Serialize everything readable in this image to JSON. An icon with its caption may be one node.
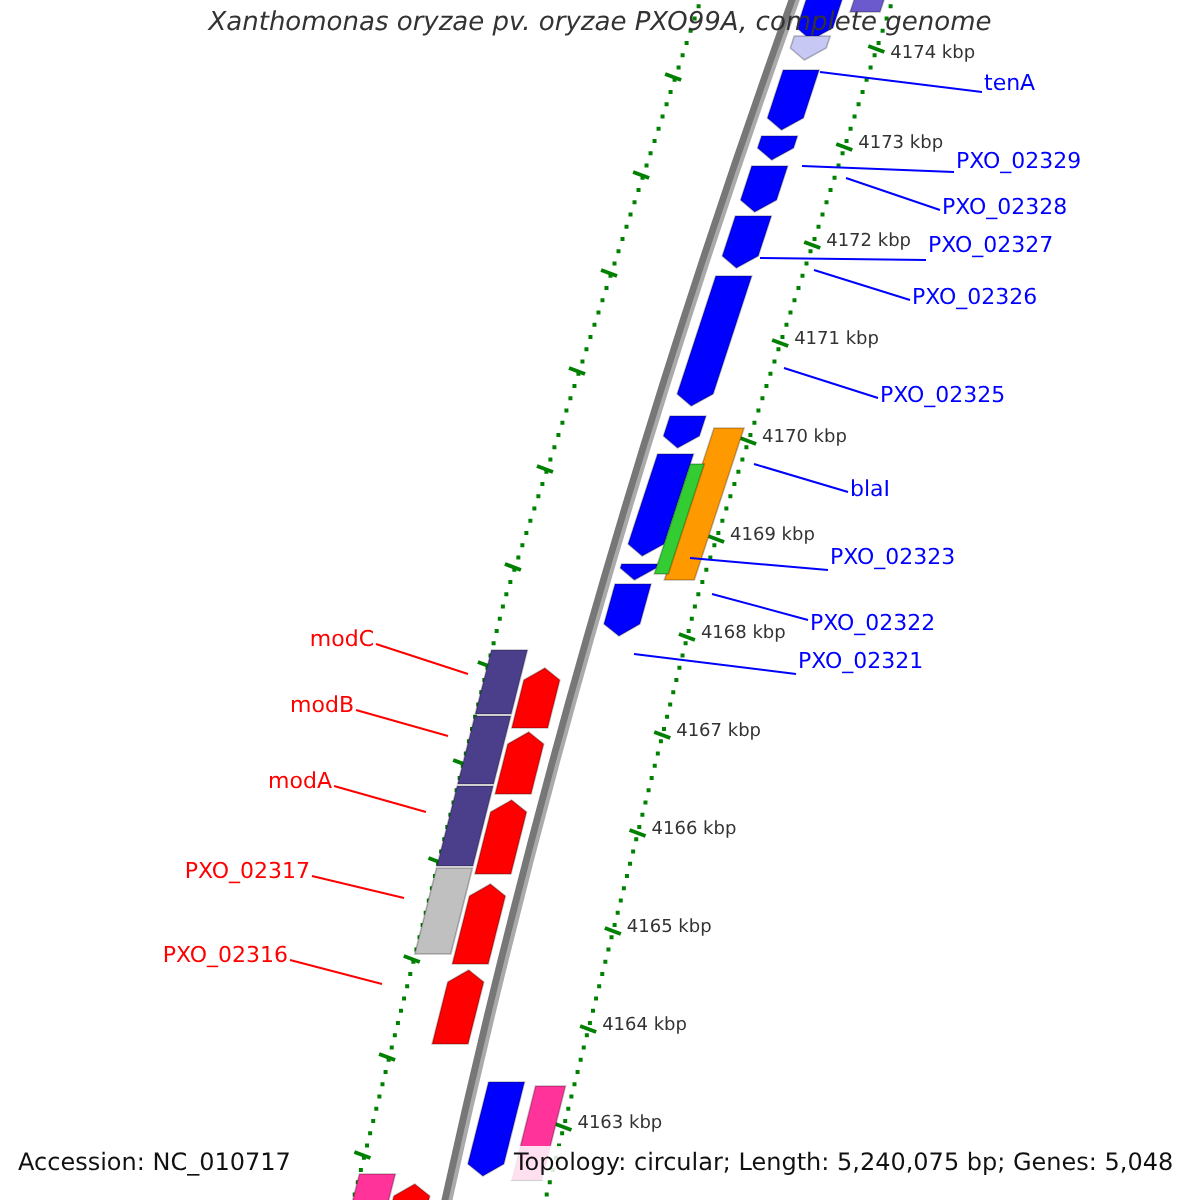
{
  "diagram": {
    "title": "Xanthomonas oryzae pv. oryzae PXO99A, complete genome",
    "nodes": [
      {
        "text": [
          "tenA"
        ]
      },
      {
        "text": [
          "PXO_02329"
        ]
      },
      {
        "text": [
          "PXO_02328"
        ]
      },
      {
        "text": [
          "PXO_02327"
        ]
      },
      {
        "text": [
          "PXO_02326"
        ]
      },
      {
        "text": [
          "PXO_02325"
        ]
      },
      {
        "text": [
          "blaI"
        ]
      },
      {
        "text": [
          "PXO_02323"
        ]
      },
      {
        "text": [
          "PXO_02322"
        ]
      },
      {
        "text": [
          "PXO_02321"
        ]
      },
      {
        "text": [
          "modC"
        ]
      },
      {
        "text": [
          "modB"
        ]
      },
      {
        "text": [
          "modA"
        ]
      },
      {
        "text": [
          "PXO_02317"
        ]
      },
      {
        "text": [
          "PXO_02316"
        ]
      }
    ],
    "edges": [
      {
        "from": 0,
        "to": null,
        "arrow": "none"
      },
      {
        "from": 1,
        "to": null,
        "arrow": "none"
      },
      {
        "from": 2,
        "to": null,
        "arrow": "none"
      },
      {
        "from": 3,
        "to": null,
        "arrow": "none"
      },
      {
        "from": 4,
        "to": null,
        "arrow": "none"
      },
      {
        "from": 5,
        "to": null,
        "arrow": "none"
      },
      {
        "from": 6,
        "to": null,
        "arrow": "none"
      },
      {
        "from": 7,
        "to": null,
        "arrow": "none"
      },
      {
        "from": 8,
        "to": null,
        "arrow": "none"
      },
      {
        "from": 9,
        "to": null,
        "arrow": "none"
      },
      {
        "from": 10,
        "to": null,
        "arrow": "none",
        "color": "#ff0000"
      },
      {
        "from": 11,
        "to": null,
        "arrow": "none",
        "color": "#ff0000"
      },
      {
        "from": 12,
        "to": null,
        "arrow": "none",
        "color": "#ff0000"
      },
      {
        "from": 13,
        "to": null,
        "arrow": "none",
        "color": "#ff0000"
      },
      {
        "from": 14,
        "to": null,
        "arrow": "none",
        "color": "#ff0000"
      }
    ],
    "labels": [
      "4174 kbp",
      "4173 kbp",
      "4172 kbp",
      "4171 kbp",
      "4170 kbp",
      "4169 kbp",
      "4168 kbp",
      "4167 kbp",
      "4166 kbp",
      "4165 kbp",
      "4164 kbp",
      "4163 kbp",
      "Accession: NC_010717",
      "Topology: circular; Length: 5,240,075 bp; Genes: 5,048"
    ]
  }
}
